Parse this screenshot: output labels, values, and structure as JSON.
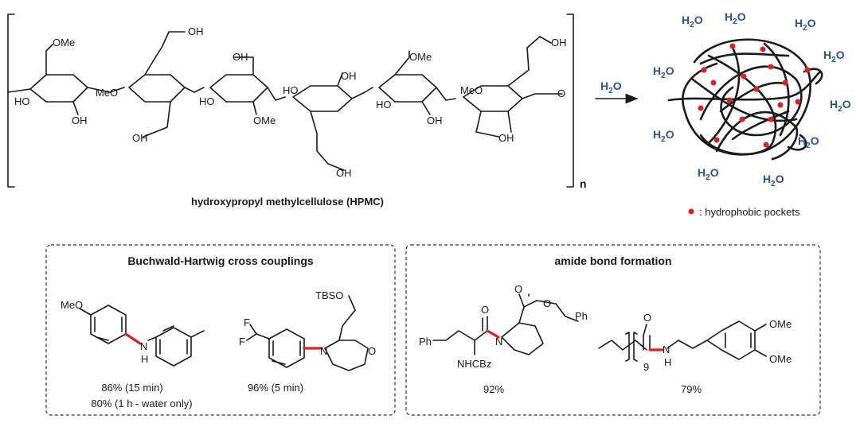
{
  "hpmc": {
    "caption": "hydroxypropyl methylcellulose (HPMC)",
    "repeat_label": "n",
    "labels": {
      "ome_1": "OMe",
      "ho_1": "HO",
      "oh_1": "OH",
      "meo_2": "MeO",
      "oh_2a": "OH",
      "oh_2b": "OH",
      "oh_3a": "OH",
      "ho_3": "HO",
      "ome_3": "OMe",
      "ho_4": "HO",
      "oh_4a": "OH",
      "oh_4b": "OH",
      "ome_5": "OMe",
      "ho_5": "HO",
      "oh_5": "OH",
      "meo_6": "MeO",
      "oh_6a": "OH",
      "oh_6b": "OH",
      "o_link": "O"
    }
  },
  "reaction": {
    "arrow_label": "H2O"
  },
  "micelle": {
    "water_label": "H2O",
    "legend_text": ": hydrophobic pockets",
    "pocket_color": "#e02020",
    "water_color": "#2a4fa8"
  },
  "panels": {
    "buchwald": {
      "title": "Buchwald-Hartwig cross couplings",
      "compound1": {
        "meo": "MeO",
        "nh_n": "N",
        "nh_h": "H",
        "yield_1": "86% (15 min)",
        "yield_2": "80% (1 h - water only)"
      },
      "compound2": {
        "f1": "F",
        "f2": "F",
        "n": "N",
        "o": "O",
        "tbso": "TBSO",
        "yield": "96% (5 min)"
      }
    },
    "amide": {
      "title": "amide bond formation",
      "compound1": {
        "ph1": "Ph",
        "ph2": "Ph",
        "o1": "O",
        "o2": "O",
        "o3": "O",
        "n": "N",
        "nhcbz": "NHCBz",
        "yield": "92%"
      },
      "compound2": {
        "o": "O",
        "sub": "9",
        "n": "N",
        "h": "H",
        "ome1": "OMe",
        "ome2": "OMe",
        "yield": "79%"
      }
    }
  }
}
